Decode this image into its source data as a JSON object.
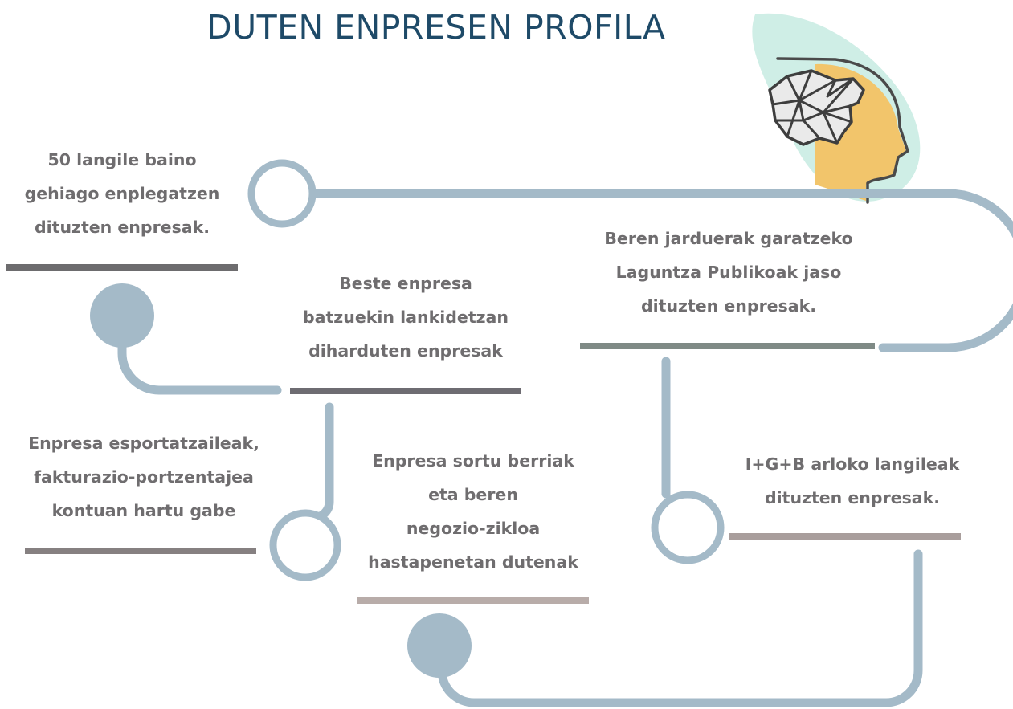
{
  "title": "DUTEN ENPRESEN PROFILA",
  "colors": {
    "title": "#1e4a68",
    "text": "#6f6d6f",
    "track": "#a4bac8",
    "node_fill": "#a4bac8",
    "head_outline": "#4a4a4a",
    "head_fill": "#f2c56b",
    "head_blob": "#cfeee6"
  },
  "icon": "head-network-icon",
  "steps": [
    {
      "lines": [
        "50 langile baino",
        "gehiago enplegatzen",
        "dituzten enpresak."
      ],
      "underline_color": "#6d6c6e"
    },
    {
      "lines": [
        "Beren jarduerak garatzeko",
        "Laguntza Publikoak jaso",
        "dituzten enpresak."
      ],
      "underline_color": "#7f8a86"
    },
    {
      "lines": [
        "Beste enpresa",
        "batzuekin lankidetzan",
        "diharduten enpresak"
      ],
      "underline_color": "#6e6c72"
    },
    {
      "lines": [
        "Enpresa esportatzaileak,",
        "fakturazio-portzentajea",
        "kontuan hartu gabe"
      ],
      "underline_color": "#868081"
    },
    {
      "lines": [
        "Enpresa sortu berriak",
        "eta beren",
        "negozio-zikloa",
        "hastapenetan dutenak"
      ],
      "underline_color": "#b8aca9"
    },
    {
      "lines": [
        "I+G+B arloko langileak",
        "dituzten enpresak."
      ],
      "underline_color": "#a99e9c"
    }
  ]
}
